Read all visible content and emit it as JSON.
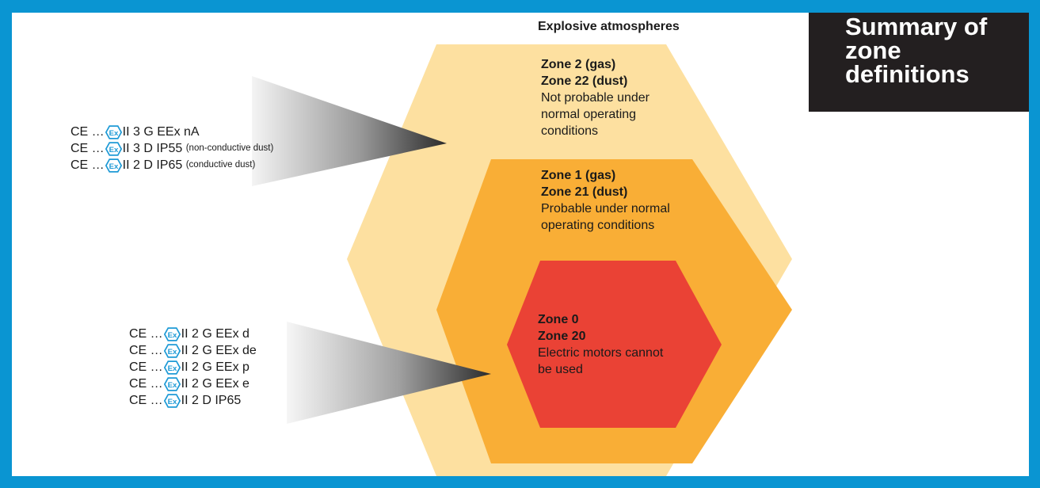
{
  "title": "Summary of zone definitions",
  "atmosphere_title": "Explosive atmospheres",
  "zones": [
    {
      "id": "outer",
      "name1": "Zone 2 (gas)",
      "name2": "Zone 22 (dust)",
      "desc": [
        "Not probable under",
        "normal operating",
        "conditions"
      ],
      "color": "#fde0a0"
    },
    {
      "id": "middle",
      "name1": "Zone 1 (gas)",
      "name2": "Zone 21 (dust)",
      "desc": [
        "Probable under normal",
        "operating conditions"
      ],
      "color": "#f9ae36"
    },
    {
      "id": "inner",
      "name1": "Zone 0",
      "name2": "Zone 20",
      "desc": [
        "Electric motors cannot",
        "be used"
      ],
      "color": "#ea4235"
    }
  ],
  "marking_groups": [
    {
      "target": "outer",
      "rows": [
        {
          "prefix": "CE …",
          "rest": "II 3 G EEx nA",
          "note": ""
        },
        {
          "prefix": "CE …",
          "rest": "II 3 D IP55",
          "note": "(non-conductive dust)"
        },
        {
          "prefix": "CE …",
          "rest": "II 2 D IP65",
          "note": "(conductive dust)"
        }
      ]
    },
    {
      "target": "middle",
      "rows": [
        {
          "prefix": "CE …",
          "rest": "II 2 G EEx d",
          "note": ""
        },
        {
          "prefix": "CE …",
          "rest": "II 2 G EEx de",
          "note": ""
        },
        {
          "prefix": "CE …",
          "rest": "II 2 G EEx p",
          "note": ""
        },
        {
          "prefix": "CE …",
          "rest": "II 2 G EEx e",
          "note": ""
        },
        {
          "prefix": "CE …",
          "rest": "II 2 D IP65",
          "note": ""
        }
      ]
    }
  ],
  "ex_symbol_text": "Ex",
  "colors": {
    "frame": "#0a95d2",
    "title_box": "#231f20",
    "ex_symbol": "#1e9ad6"
  }
}
